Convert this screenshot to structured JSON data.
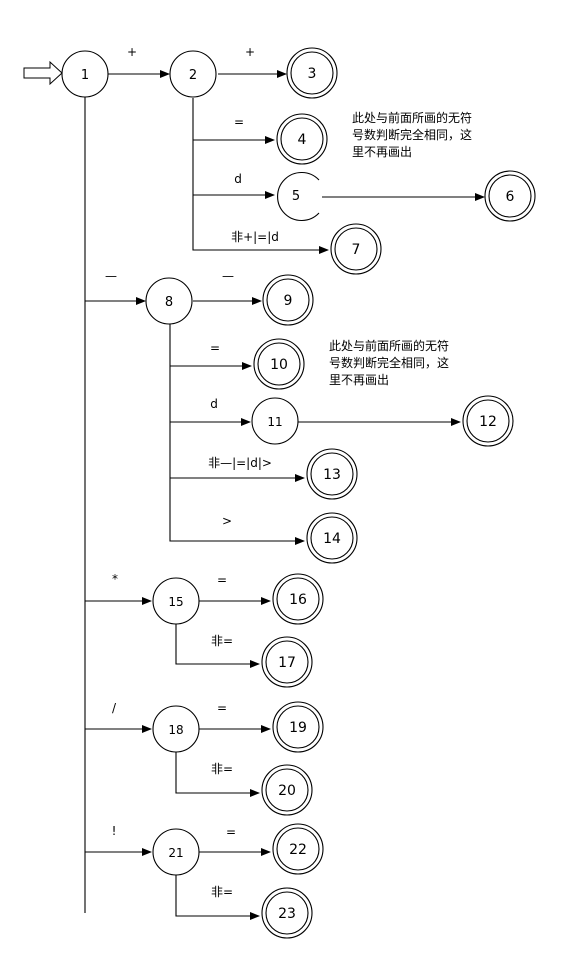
{
  "nodes": {
    "n1": "1",
    "n2": "2",
    "n3": "3",
    "n4": "4",
    "n5": "5",
    "n6": "6",
    "n7": "7",
    "n8": "8",
    "n9": "9",
    "n10": "10",
    "n11": "11",
    "n12": "12",
    "n13": "13",
    "n14": "14",
    "n15": "15",
    "n16": "16",
    "n17": "17",
    "n18": "18",
    "n19": "19",
    "n20": "20",
    "n21": "21",
    "n22": "22",
    "n23": "23"
  },
  "edge_labels": {
    "e1_2": "+",
    "e2_3": "+",
    "e2_4": "=",
    "e2_5": "d",
    "e2_7": "非+|=|d",
    "e1_8": "—",
    "e8_9": "—",
    "e8_10": "=",
    "e8_11": "d",
    "e8_13": "非—|=|d|>",
    "e8_14": ">",
    "e1_15": "*",
    "e15_16": "=",
    "e15_17": "非=",
    "e1_18": "/",
    "e18_19": "=",
    "e18_20": "非=",
    "e1_21": "!",
    "e21_22": "=",
    "e21_23": "非="
  },
  "notes": {
    "note1": "此处与前面所画的无符号数判断完全相同，这里不再画出",
    "note2": "此处与前面所画的无符号数判断完全相同，这里不再画出"
  }
}
